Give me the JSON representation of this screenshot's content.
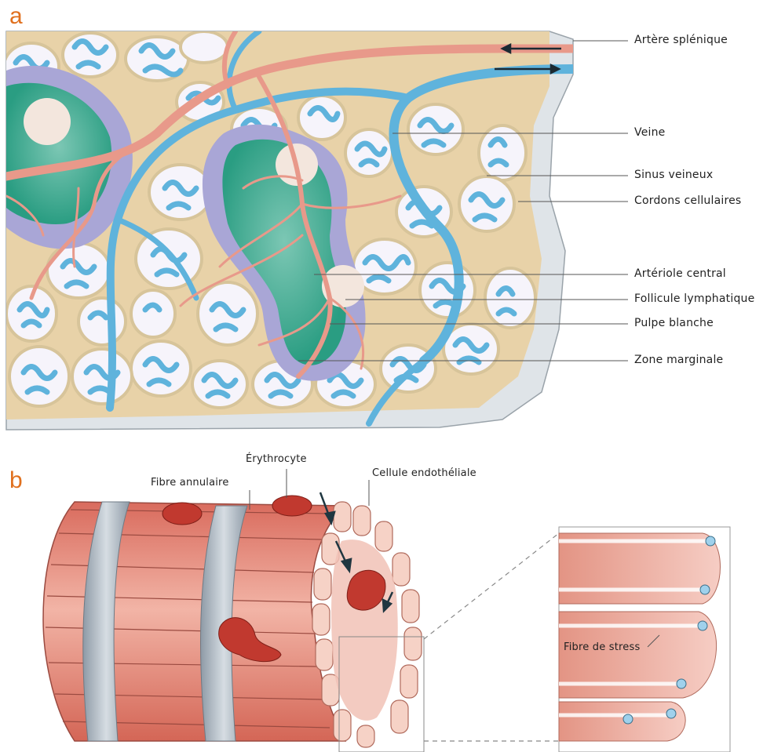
{
  "panels": {
    "a": {
      "letter": "a",
      "labels": {
        "artere_splenique": "Artère splénique",
        "veine": "Veine",
        "sinus_veineux": "Sinus veineux",
        "cordons_cellulaires": "Cordons cellulaires",
        "arteriole_central": "Artériole central",
        "follicule_lymphatique": "Follicule lymphatique",
        "pulpe_blanche": "Pulpe blanche",
        "zone_marginale": "Zone marginale"
      }
    },
    "b": {
      "letter": "b",
      "labels": {
        "erythrocyte": "Érythrocyte",
        "fibre_annulaire": "Fibre annulaire",
        "cellule_endotheliale": "Cellule endothéliale",
        "fibre_de_stress": "Fibre de stress"
      }
    }
  },
  "colors": {
    "orange_letter": "#e0701e",
    "artery": "#e8998a",
    "vein_sinus": "#5fb3dc",
    "white_pulp": "#2a9d82",
    "marginal_zone": "#a9a6d6",
    "cords": "#e8d2a8",
    "capsule": "#dfe4e8",
    "endothelium": "#e8a69a",
    "ring_fiber": "#aeb8c2",
    "erythrocyte": "#c1392f"
  }
}
